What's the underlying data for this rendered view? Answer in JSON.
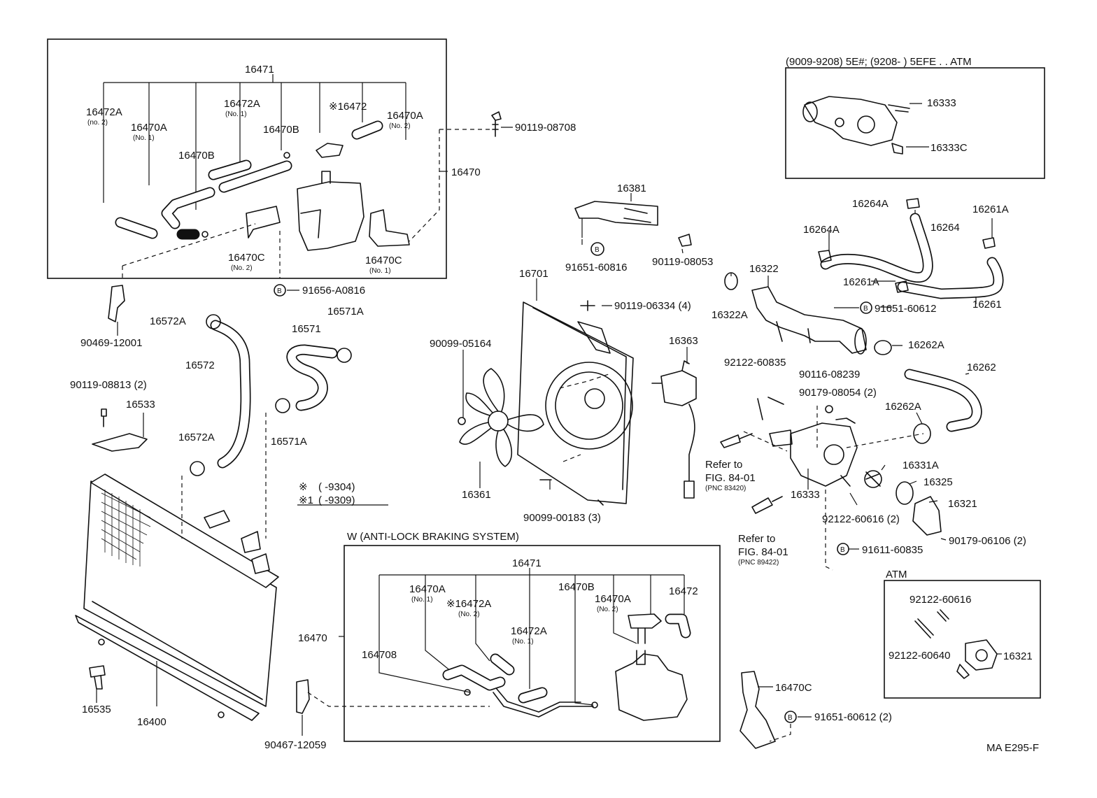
{
  "labels": {
    "p16471_top": "16471",
    "p16472A_no2_top": "16472A",
    "p16472A_no2_top_sub": "(no. 2)",
    "p16470A_no1_top": "16470A",
    "p16470A_no1_top_sub": "(No. 1)",
    "p16472A_no1_top": "16472A",
    "p16472A_no1_top_sub": "(No. 1)",
    "p16470B_top_a": "16470B",
    "p16470B_top_b": "16470B",
    "p16472_top": "※16472",
    "p16470A_no2_top": "16470A",
    "p16470A_no2_top_sub": "(No. 2)",
    "p16470C_no2_top": "16470C",
    "p16470C_no2_top_sub": "(No. 2)",
    "p16470C_no1_top": "16470C",
    "p16470C_no1_top_sub": "(No. 1)",
    "p16470_top": "16470",
    "p90119_08708": "90119-08708",
    "p91656_A0816": "91656-A0816",
    "p90469_12001": "90469-12001",
    "p16572A_a": "16572A",
    "p16572": "16572",
    "p16572A_b": "16572A",
    "p16571": "16571",
    "p16571A_a": "16571A",
    "p16571A_b": "16571A",
    "p90119_08813": "90119-08813 (2)",
    "p16533": "16533",
    "p16535": "16535",
    "p16400": "16400",
    "note1_sym": "※",
    "note1_text": "(        -9304)",
    "note2_sym": "※1",
    "note2_text": "(        -9309)",
    "p16381": "16381",
    "p91651_60816": "91651-60816",
    "p90119_08053": "90119-08053",
    "p16701": "16701",
    "p90119_06334": "90119-06334 (4)",
    "p90099_05164": "90099-05164",
    "p16363": "16363",
    "p16361": "16361",
    "p90099_00183": "90099-00183 (3)",
    "p16322": "16322",
    "p16322A": "16322A",
    "p16264A_a": "16264A",
    "p16264A_b": "16264A",
    "p16264": "16264",
    "p16261A_a": "16261A",
    "p16261A_b": "16261A",
    "p16261": "16261",
    "p91651_60612": "91651-60612",
    "p16262A_a": "16262A",
    "p16262": "16262",
    "p16262A_b": "16262A",
    "p92122_60835": "92122-60835",
    "p90116_08239": "90116-08239",
    "p90179_08054": "90179-08054 (2)",
    "refer1_a": "Refer to",
    "refer1_b": "FIG. 84-01",
    "refer1_c": "(PNC 83420)",
    "p16331A": "16331A",
    "p16325": "16325",
    "p16333_mid": "16333",
    "p16321_mid": "16321",
    "p92122_60616_2": "92122-60616 (2)",
    "refer2_a": "Refer to",
    "refer2_b": "FIG. 84-01",
    "refer2_c": "(PNC 89422)",
    "p91611_60835": "91611-60835",
    "p90179_06106": "90179-06106 (2)",
    "p16470C_bottom": "16470C",
    "p91651_60612_2": "91651-60612 (2)",
    "p90467_12059": "90467-12059",
    "p16471_bot": "16471",
    "p16470A_no1_bot": "16470A",
    "p16470A_no1_bot_sub": "(No. 1)",
    "p16472A_no2_bot": "※16472A",
    "p16472A_no2_bot_sub": "(No. 2)",
    "p16470B_bot": "16470B",
    "p16470A_no2_bot": "16470A",
    "p16470A_no2_bot_sub": "(No. 2)",
    "p16472_bot": "16472",
    "p16470_bot": "16470",
    "p164708_bot": "164708",
    "p16472A_no1_bot": "16472A",
    "p16472A_no1_bot_sub": "(No. 1)",
    "p16333_tr": "16333",
    "p16333C_tr": "16333C",
    "atm_title": "ATM",
    "atm_92122_60616": "92122-60616",
    "atm_92122_60640": "92122-60640",
    "atm_16321": "16321",
    "b_marker": "B",
    "diagram_code": "MA E295-F"
  },
  "headers": {
    "top_right": "(9009-9208) 5E#; (9208-        ) 5EFE . . ATM",
    "abs": "W (ANTI-LOCK BRAKING SYSTEM)"
  }
}
